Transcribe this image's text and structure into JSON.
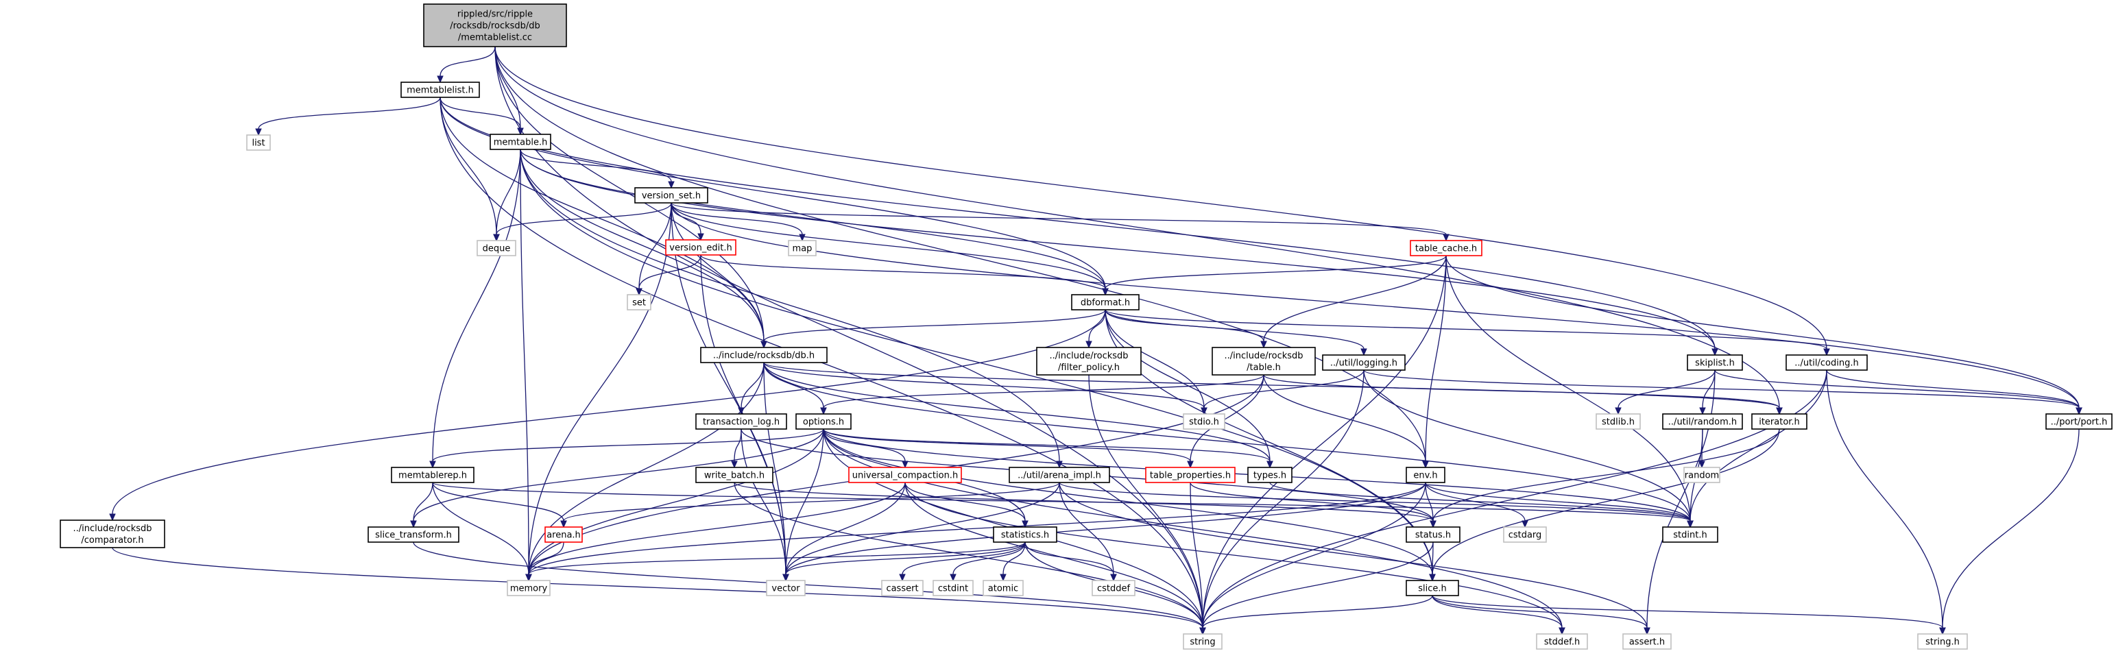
{
  "colors": {
    "edge": "#191970",
    "root_fill": "#bfbfbf",
    "normal_border": "#000000",
    "truncated_border": "#ff0000",
    "external_border": "#bfbfbf"
  },
  "nodes": [
    {
      "id": "root",
      "lines": [
        "rippled/src/ripple",
        "/rocksdb/rocksdb/db",
        "/memtablelist.cc"
      ],
      "kind": "root"
    },
    {
      "id": "memtablelist_h",
      "lines": [
        "memtablelist.h"
      ],
      "kind": "normal"
    },
    {
      "id": "list",
      "lines": [
        "list"
      ],
      "kind": "external"
    },
    {
      "id": "memtable_h",
      "lines": [
        "memtable.h"
      ],
      "kind": "normal"
    },
    {
      "id": "deque",
      "lines": [
        "deque"
      ],
      "kind": "external"
    },
    {
      "id": "version_set_h",
      "lines": [
        "version_set.h"
      ],
      "kind": "normal"
    },
    {
      "id": "version_edit_h",
      "lines": [
        "version_edit.h"
      ],
      "kind": "truncated"
    },
    {
      "id": "map",
      "lines": [
        "map"
      ],
      "kind": "external"
    },
    {
      "id": "set",
      "lines": [
        "set"
      ],
      "kind": "external"
    },
    {
      "id": "table_cache_h",
      "lines": [
        "table_cache.h"
      ],
      "kind": "truncated"
    },
    {
      "id": "dbformat_h",
      "lines": [
        "dbformat.h"
      ],
      "kind": "normal"
    },
    {
      "id": "db_h",
      "lines": [
        "../include/rocksdb/db.h"
      ],
      "kind": "normal"
    },
    {
      "id": "filter_policy_h",
      "lines": [
        "../include/rocksdb",
        "/filter_policy.h"
      ],
      "kind": "normal"
    },
    {
      "id": "table_h",
      "lines": [
        "../include/rocksdb",
        "/table.h"
      ],
      "kind": "normal"
    },
    {
      "id": "logging_h",
      "lines": [
        "../util/logging.h"
      ],
      "kind": "normal"
    },
    {
      "id": "skiplist_h",
      "lines": [
        "skiplist.h"
      ],
      "kind": "normal"
    },
    {
      "id": "coding_h",
      "lines": [
        "../util/coding.h"
      ],
      "kind": "normal"
    },
    {
      "id": "stdlib_h",
      "lines": [
        "stdlib.h"
      ],
      "kind": "external"
    },
    {
      "id": "random_h",
      "lines": [
        "../util/random.h"
      ],
      "kind": "normal"
    },
    {
      "id": "random",
      "lines": [
        "random"
      ],
      "kind": "external"
    },
    {
      "id": "port_h",
      "lines": [
        "../port/port.h"
      ],
      "kind": "normal"
    },
    {
      "id": "iterator_h",
      "lines": [
        "iterator.h"
      ],
      "kind": "normal"
    },
    {
      "id": "transaction_log_h",
      "lines": [
        "transaction_log.h"
      ],
      "kind": "normal"
    },
    {
      "id": "options_h",
      "lines": [
        "options.h"
      ],
      "kind": "normal"
    },
    {
      "id": "stdio_h",
      "lines": [
        "stdio.h"
      ],
      "kind": "external"
    },
    {
      "id": "write_batch_h",
      "lines": [
        "write_batch.h"
      ],
      "kind": "normal"
    },
    {
      "id": "memtablerep_h",
      "lines": [
        "memtablerep.h"
      ],
      "kind": "normal"
    },
    {
      "id": "universal_compaction_h",
      "lines": [
        "universal_compaction.h"
      ],
      "kind": "truncated"
    },
    {
      "id": "arena_impl_h",
      "lines": [
        "../util/arena_impl.h"
      ],
      "kind": "normal"
    },
    {
      "id": "table_properties_h",
      "lines": [
        "table_properties.h"
      ],
      "kind": "truncated"
    },
    {
      "id": "types_h",
      "lines": [
        "types.h"
      ],
      "kind": "normal"
    },
    {
      "id": "env_h",
      "lines": [
        "env.h"
      ],
      "kind": "normal"
    },
    {
      "id": "comparator_h",
      "lines": [
        "../include/rocksdb",
        "/comparator.h"
      ],
      "kind": "normal"
    },
    {
      "id": "slice_transform_h",
      "lines": [
        "slice_transform.h"
      ],
      "kind": "normal"
    },
    {
      "id": "arena_h",
      "lines": [
        "arena.h"
      ],
      "kind": "truncated"
    },
    {
      "id": "statistics_h",
      "lines": [
        "statistics.h"
      ],
      "kind": "normal"
    },
    {
      "id": "status_h",
      "lines": [
        "status.h"
      ],
      "kind": "normal"
    },
    {
      "id": "cstdarg",
      "lines": [
        "cstdarg"
      ],
      "kind": "external"
    },
    {
      "id": "stdint_h",
      "lines": [
        "stdint.h"
      ],
      "kind": "normal"
    },
    {
      "id": "memory",
      "lines": [
        "memory"
      ],
      "kind": "external"
    },
    {
      "id": "vector",
      "lines": [
        "vector"
      ],
      "kind": "external"
    },
    {
      "id": "cassert",
      "lines": [
        "cassert"
      ],
      "kind": "external"
    },
    {
      "id": "cstdint",
      "lines": [
        "cstdint"
      ],
      "kind": "external"
    },
    {
      "id": "atomic",
      "lines": [
        "atomic"
      ],
      "kind": "external"
    },
    {
      "id": "cstddef",
      "lines": [
        "cstddef"
      ],
      "kind": "external"
    },
    {
      "id": "slice_h",
      "lines": [
        "slice.h"
      ],
      "kind": "normal"
    },
    {
      "id": "string",
      "lines": [
        "string"
      ],
      "kind": "external"
    },
    {
      "id": "stddef_h",
      "lines": [
        "stddef.h"
      ],
      "kind": "external"
    },
    {
      "id": "assert_h",
      "lines": [
        "assert.h"
      ],
      "kind": "external"
    },
    {
      "id": "string_h",
      "lines": [
        "string.h"
      ],
      "kind": "external"
    }
  ],
  "edges": [
    [
      "root",
      "memtablelist_h"
    ],
    [
      "root",
      "memtable_h"
    ],
    [
      "root",
      "string"
    ],
    [
      "root",
      "db_h"
    ],
    [
      "root",
      "env_h"
    ],
    [
      "root",
      "iterator_h"
    ],
    [
      "root",
      "coding_h"
    ],
    [
      "memtablelist_h",
      "list"
    ],
    [
      "memtablelist_h",
      "memtable_h"
    ],
    [
      "memtablelist_h",
      "deque"
    ],
    [
      "memtablelist_h",
      "string"
    ],
    [
      "memtablelist_h",
      "db_h"
    ],
    [
      "memtablelist_h",
      "dbformat_h"
    ],
    [
      "memtablelist_h",
      "skiplist_h"
    ],
    [
      "memtable_h",
      "version_set_h"
    ],
    [
      "memtable_h",
      "deque"
    ],
    [
      "memtable_h",
      "memory"
    ],
    [
      "memtable_h",
      "dbformat_h"
    ],
    [
      "memtable_h",
      "db_h"
    ],
    [
      "memtable_h",
      "memtablerep_h"
    ],
    [
      "memtable_h",
      "arena_impl_h"
    ],
    [
      "memtable_h",
      "skiplist_h"
    ],
    [
      "memtable_h",
      "slice_h"
    ],
    [
      "version_set_h",
      "deque"
    ],
    [
      "version_set_h",
      "set"
    ],
    [
      "version_set_h",
      "map"
    ],
    [
      "version_set_h",
      "version_edit_h"
    ],
    [
      "version_set_h",
      "table_cache_h"
    ],
    [
      "version_set_h",
      "dbformat_h"
    ],
    [
      "version_set_h",
      "vector"
    ],
    [
      "version_set_h",
      "memory"
    ],
    [
      "version_set_h",
      "db_h"
    ],
    [
      "version_set_h",
      "port_h"
    ],
    [
      "version_edit_h",
      "set"
    ],
    [
      "version_edit_h",
      "dbformat_h"
    ],
    [
      "version_edit_h",
      "vector"
    ],
    [
      "table_cache_h",
      "dbformat_h"
    ],
    [
      "table_cache_h",
      "table_h"
    ],
    [
      "table_cache_h",
      "env_h"
    ],
    [
      "table_cache_h",
      "string"
    ],
    [
      "table_cache_h",
      "port_h"
    ],
    [
      "table_cache_h",
      "stdint_h"
    ],
    [
      "dbformat_h",
      "db_h"
    ],
    [
      "dbformat_h",
      "filter_policy_h"
    ],
    [
      "dbformat_h",
      "table_h"
    ],
    [
      "dbformat_h",
      "logging_h"
    ],
    [
      "dbformat_h",
      "stdio_h"
    ],
    [
      "dbformat_h",
      "types_h"
    ],
    [
      "dbformat_h",
      "comparator_h"
    ],
    [
      "dbformat_h",
      "coding_h"
    ],
    [
      "dbformat_h",
      "slice_h"
    ],
    [
      "db_h",
      "transaction_log_h"
    ],
    [
      "db_h",
      "options_h"
    ],
    [
      "db_h",
      "iterator_h"
    ],
    [
      "db_h",
      "stdio_h"
    ],
    [
      "db_h",
      "memory"
    ],
    [
      "db_h",
      "vector"
    ],
    [
      "db_h",
      "types_h"
    ],
    [
      "db_h",
      "stdint_h"
    ],
    [
      "filter_policy_h",
      "string"
    ],
    [
      "table_h",
      "options_h"
    ],
    [
      "table_h",
      "table_properties_h"
    ],
    [
      "table_h",
      "env_h"
    ],
    [
      "table_h",
      "iterator_h"
    ],
    [
      "table_h",
      "memory"
    ],
    [
      "logging_h",
      "stdio_h"
    ],
    [
      "logging_h",
      "string"
    ],
    [
      "logging_h",
      "stdint_h"
    ],
    [
      "logging_h",
      "port_h"
    ],
    [
      "skiplist_h",
      "stdlib_h"
    ],
    [
      "skiplist_h",
      "random_h"
    ],
    [
      "skiplist_h",
      "port_h"
    ],
    [
      "skiplist_h",
      "assert_h"
    ],
    [
      "coding_h",
      "port_h"
    ],
    [
      "coding_h",
      "stdint_h"
    ],
    [
      "coding_h",
      "string_h"
    ],
    [
      "coding_h",
      "string"
    ],
    [
      "random_h",
      "random"
    ],
    [
      "random_h",
      "stdint_h"
    ],
    [
      "port_h",
      "string_h"
    ],
    [
      "iterator_h",
      "slice_h"
    ],
    [
      "iterator_h",
      "status_h"
    ],
    [
      "transaction_log_h",
      "write_batch_h"
    ],
    [
      "transaction_log_h",
      "vector"
    ],
    [
      "transaction_log_h",
      "status_h"
    ],
    [
      "options_h",
      "memtablerep_h"
    ],
    [
      "options_h",
      "universal_compaction_h"
    ],
    [
      "options_h",
      "statistics_h"
    ],
    [
      "options_h",
      "table_properties_h"
    ],
    [
      "options_h",
      "types_h"
    ],
    [
      "options_h",
      "slice_transform_h"
    ],
    [
      "options_h",
      "memory"
    ],
    [
      "options_h",
      "vector"
    ],
    [
      "options_h",
      "string"
    ],
    [
      "options_h",
      "stddef_h"
    ],
    [
      "options_h",
      "stdint_h"
    ],
    [
      "options_h",
      "slice_h"
    ],
    [
      "write_batch_h",
      "string"
    ],
    [
      "write_batch_h",
      "status_h"
    ],
    [
      "memtablerep_h",
      "arena_h"
    ],
    [
      "memtablerep_h",
      "memory"
    ],
    [
      "memtablerep_h",
      "slice_transform_h"
    ],
    [
      "memtablerep_h",
      "stdint_h"
    ],
    [
      "universal_compaction_h",
      "statistics_h"
    ],
    [
      "universal_compaction_h",
      "vector"
    ],
    [
      "universal_compaction_h",
      "string"
    ],
    [
      "universal_compaction_h",
      "stddef_h"
    ],
    [
      "universal_compaction_h",
      "memory"
    ],
    [
      "arena_impl_h",
      "arena_h"
    ],
    [
      "arena_impl_h",
      "vector"
    ],
    [
      "arena_impl_h",
      "cstddef"
    ],
    [
      "arena_impl_h",
      "assert_h"
    ],
    [
      "arena_impl_h",
      "stdint_h"
    ],
    [
      "table_properties_h",
      "string"
    ],
    [
      "table_properties_h",
      "status_h"
    ],
    [
      "types_h",
      "stdint_h"
    ],
    [
      "env_h",
      "cstdarg"
    ],
    [
      "env_h",
      "string"
    ],
    [
      "env_h",
      "memory"
    ],
    [
      "env_h",
      "vector"
    ],
    [
      "env_h",
      "stdint_h"
    ],
    [
      "env_h",
      "status_h"
    ],
    [
      "comparator_h",
      "string"
    ],
    [
      "slice_transform_h",
      "string"
    ],
    [
      "arena_h",
      "memory"
    ],
    [
      "statistics_h",
      "cassert"
    ],
    [
      "statistics_h",
      "cstdint"
    ],
    [
      "statistics_h",
      "atomic"
    ],
    [
      "statistics_h",
      "cstddef"
    ],
    [
      "statistics_h",
      "memory"
    ],
    [
      "statistics_h",
      "vector"
    ],
    [
      "statistics_h",
      "string"
    ],
    [
      "status_h",
      "string"
    ],
    [
      "status_h",
      "slice_h"
    ],
    [
      "slice_h",
      "assert_h"
    ],
    [
      "slice_h",
      "stddef_h"
    ],
    [
      "slice_h",
      "string"
    ],
    [
      "slice_h",
      "string_h"
    ]
  ]
}
